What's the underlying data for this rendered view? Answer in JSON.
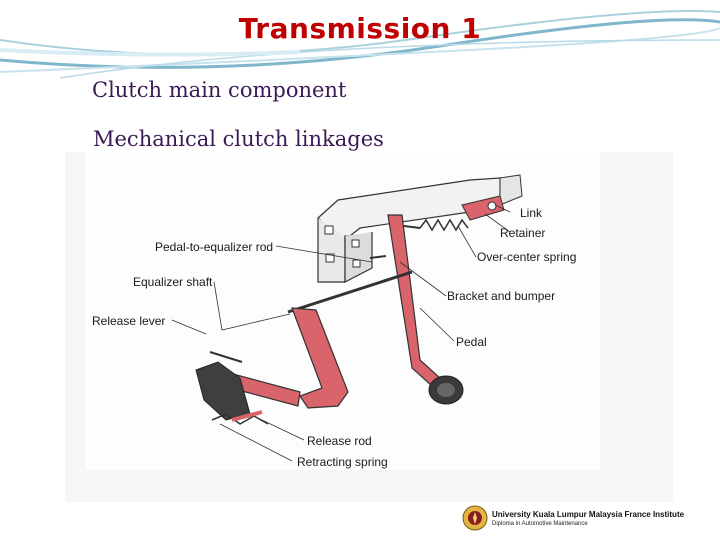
{
  "slide": {
    "title": "Transmission 1",
    "bullets": [
      "Clutch main component",
      "Mechanical clutch linkages"
    ]
  },
  "figure": {
    "labels": {
      "link": "Link",
      "retainer": "Retainer",
      "over_center_spring": "Over-center spring",
      "bracket_and_bumper": "Bracket and bumper",
      "pedal": "Pedal",
      "pedal_to_equalizer_rod": "Pedal-to-equalizer rod",
      "equalizer_shaft": "Equalizer shaft",
      "release_lever": "Release lever",
      "release_rod": "Release rod",
      "retracting_spring": "Retracting spring"
    }
  },
  "footer": {
    "institution": "University Kuala Lumpur Malaysia France Institute",
    "program": "Diploma in Automotive Maintenance"
  },
  "colors": {
    "title": "#c00000",
    "bullet_text": "#3a1a55",
    "pedal_part": "#d9646b",
    "swoosh": "#7fb6cc"
  }
}
